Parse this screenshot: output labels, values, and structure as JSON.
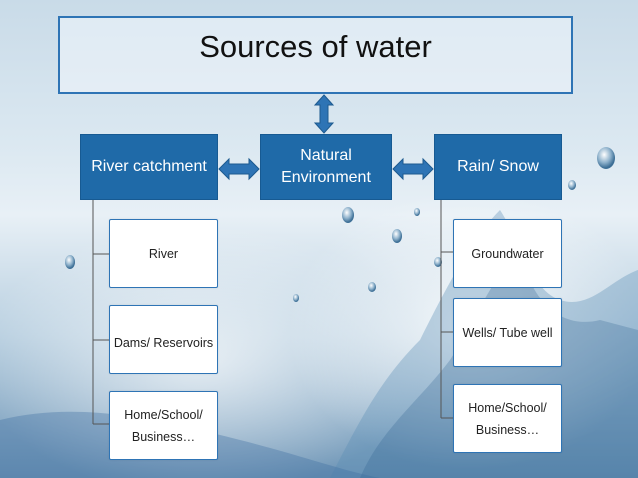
{
  "title": "Sources of water",
  "center_node": {
    "label_line1": "Natural",
    "label_line2": "Environment"
  },
  "left_branch": {
    "label": "River catchment",
    "children": [
      {
        "line1": "River",
        "line2": ""
      },
      {
        "line1": "Dams/ Reservoirs",
        "line2": ""
      },
      {
        "line1": "Home/School/",
        "line2": "Business…"
      }
    ]
  },
  "right_branch": {
    "label": "Rain/ Snow",
    "children": [
      {
        "line1": "Groundwater",
        "line2": ""
      },
      {
        "line1": "Wells/ Tube well",
        "line2": ""
      },
      {
        "line1": "Home/School/",
        "line2": "Business…"
      }
    ]
  },
  "colors": {
    "node_fill": "#1f6aa8",
    "border": "#2e74b5",
    "text_dark": "#111111"
  }
}
